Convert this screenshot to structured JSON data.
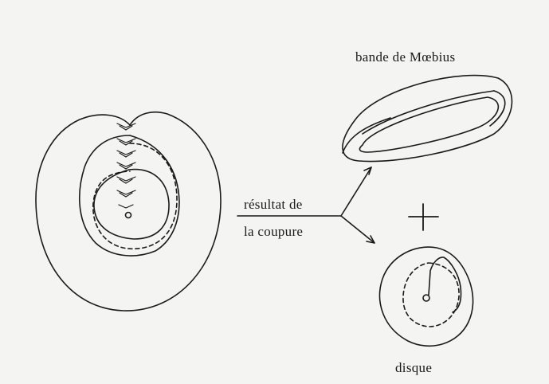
{
  "labels": {
    "mobius": "bande de Mœbius",
    "result_line1": "résultat de",
    "result_line2": "la coupure",
    "disk": "disque"
  },
  "colors": {
    "ink": "#1a1a1a",
    "paper": "#f4f4f2"
  }
}
